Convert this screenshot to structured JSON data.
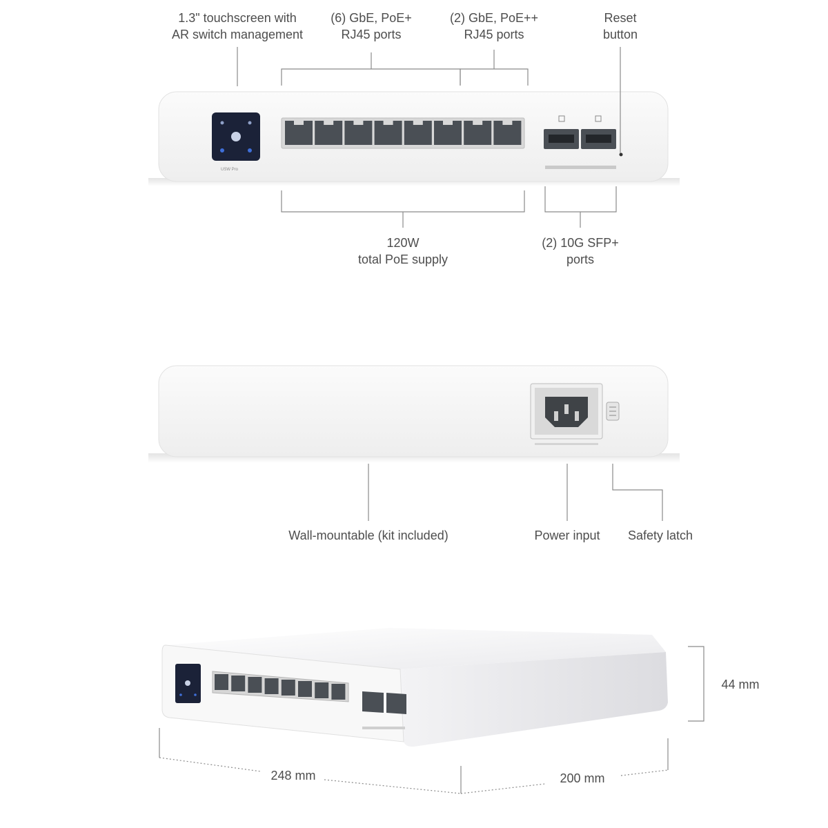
{
  "front_view": {
    "callouts": {
      "touchscreen": [
        "1.3\" touchscreen with",
        "AR switch management"
      ],
      "poe_plus": [
        "(6) GbE, PoE+",
        "RJ45 ports"
      ],
      "poe_plus_plus": [
        "(2) GbE, PoE++",
        "RJ45 ports"
      ],
      "reset": [
        "Reset",
        "button"
      ],
      "poe_budget": [
        "120W",
        "total PoE supply"
      ],
      "sfp": [
        "(2) 10G SFP+",
        "ports"
      ]
    },
    "device_model": "USW Pro"
  },
  "rear_view": {
    "callouts": {
      "wall_mount": "Wall-mountable (kit included)",
      "power_input": "Power input",
      "safety_latch": "Safety latch"
    }
  },
  "dimensions": {
    "height": "44 mm",
    "width": "248 mm",
    "depth": "200 mm"
  },
  "colors": {
    "device_body": "#f6f6f6",
    "port_dark": "#4a4f55",
    "screen": "#1b2238",
    "line": "#8a8a8a"
  }
}
